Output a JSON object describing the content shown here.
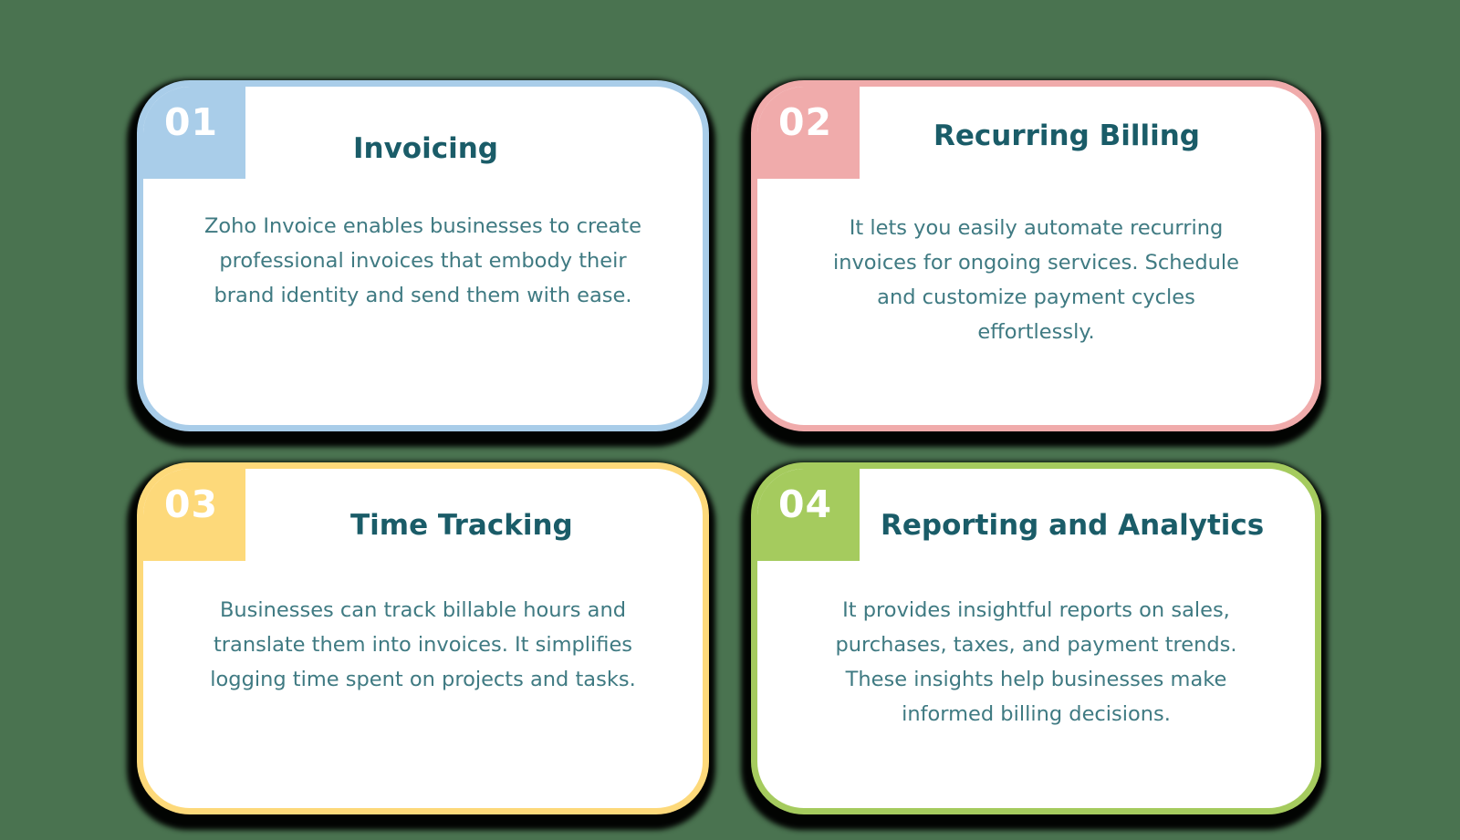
{
  "colors": {
    "background": "#4a7350",
    "heading": "#1a5c68",
    "body_text": "#3f7a82",
    "card_1_accent": "#a9cde9",
    "card_2_accent": "#f0abab",
    "card_3_accent": "#fdd97a",
    "card_4_accent": "#a5cb5e"
  },
  "cards": [
    {
      "number": "01",
      "title": "Invoicing",
      "lines": [
        "Zoho Invoice enables businesses to create",
        "professional invoices that embody their",
        "brand identity and send them with ease."
      ]
    },
    {
      "number": "02",
      "title": "Recurring Billing",
      "lines": [
        "It lets you easily automate recurring",
        "invoices for ongoing services. Schedule",
        "and customize payment cycles",
        "effortlessly."
      ]
    },
    {
      "number": "03",
      "title": "Time Tracking",
      "lines": [
        "Businesses can track billable hours and",
        "translate them into invoices. It simplifies",
        "logging time spent on projects and tasks."
      ]
    },
    {
      "number": "04",
      "title": "Reporting and Analytics",
      "lines": [
        "It provides insightful reports on sales,",
        "purchases, taxes, and payment trends.",
        "These insights help businesses make",
        "informed billing decisions."
      ]
    }
  ]
}
